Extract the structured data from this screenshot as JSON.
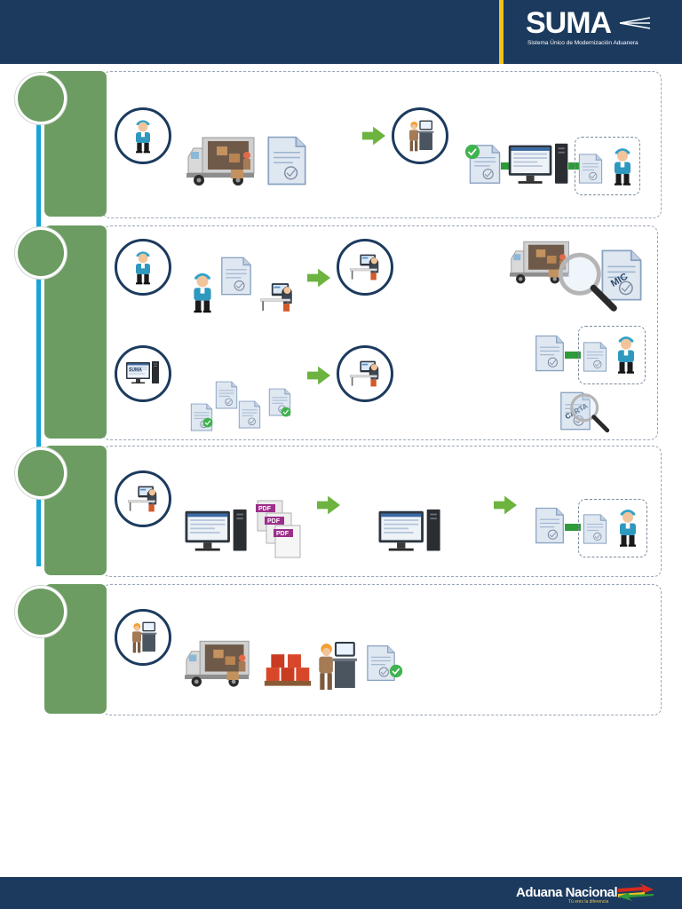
{
  "header": {
    "logo_text": "SUMA",
    "logo_tagline": "Sistema Único de Modernización Aduanera"
  },
  "footer": {
    "brand": "Aduana Nacional",
    "slogan": "Tú eres la diferencia"
  },
  "stages": [
    {
      "id": 1,
      "label": ""
    },
    {
      "id": 2,
      "label": ""
    },
    {
      "id": 3,
      "label": ""
    },
    {
      "id": 4,
      "label": ""
    }
  ],
  "labels": {
    "doc_mic": "MIC",
    "doc_carta": "CARTA",
    "pdf": "PDF",
    "monitor_brand": "SUMA"
  },
  "colors": {
    "header_bg": "#1c3a5e",
    "accent_yellow": "#f2c21b",
    "stage_green": "#6c9c62",
    "timeline_blue": "#16a4d9",
    "arrow_green": "#6cb33f",
    "connector_green": "#2f9a3a"
  },
  "icons": [
    "truck-icon",
    "document-icon",
    "agent-icon",
    "operator-icon",
    "computer-icon",
    "magnifier-icon",
    "check-icon",
    "pdf-icon",
    "arrow-right-icon",
    "pallet-icon"
  ]
}
